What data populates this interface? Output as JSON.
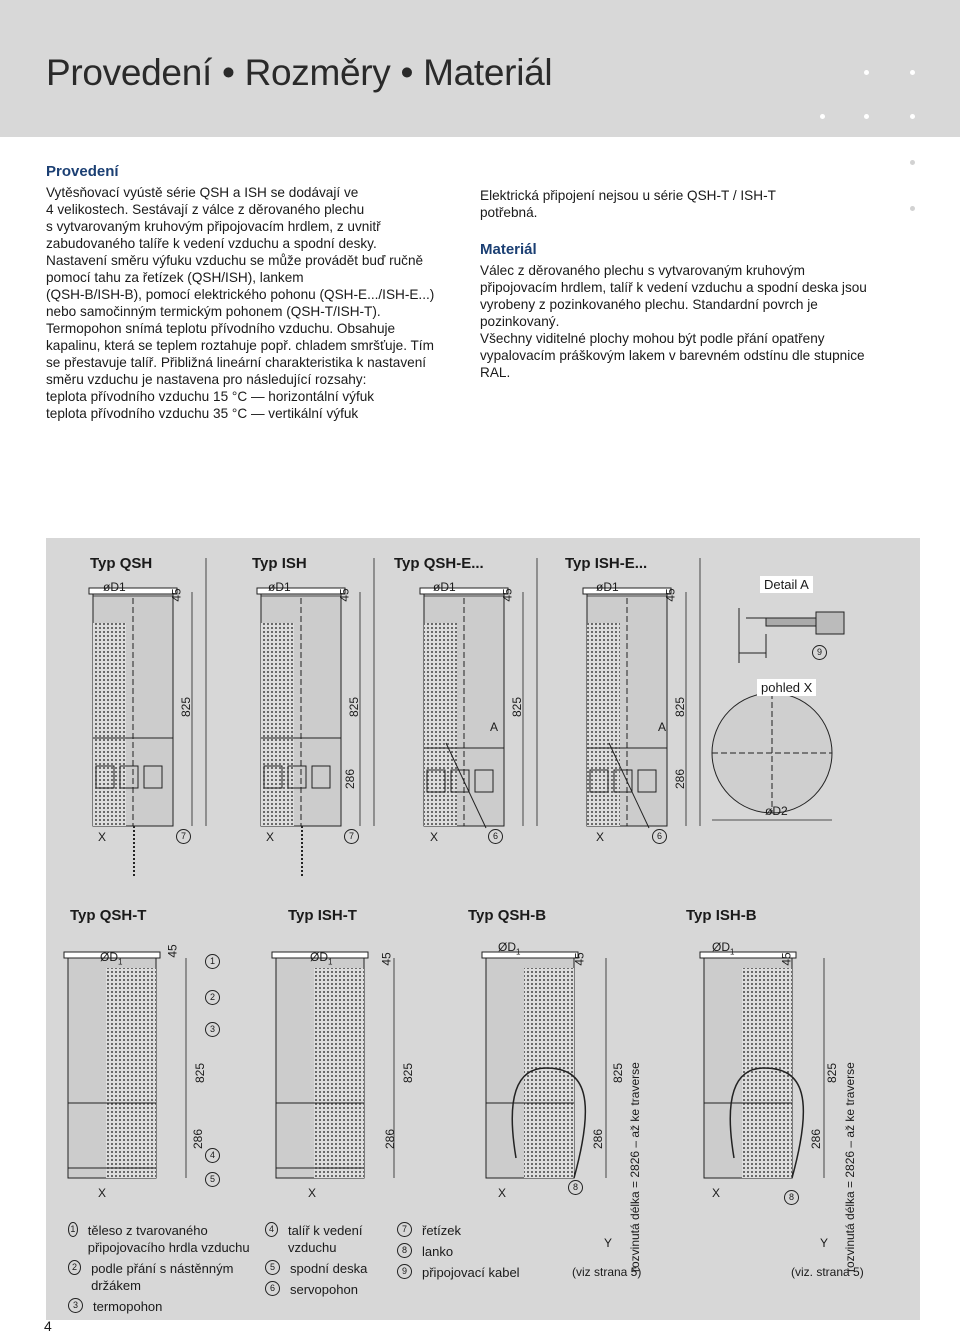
{
  "page": {
    "title": "Provedení • Rozměry • Materiál",
    "page_number": "4"
  },
  "left_column": {
    "heading": "Provedení",
    "lines": [
      "Vytěsňovací vyústě série QSH a ISH se dodávají ve",
      "4  velikostech. Sestávají z válce z děrovaného plechu",
      "s  vytvarovaným kruhovým připojovacím hrdlem, z uvnitř",
      "zabudovaného talíře k  vedení vzduchu a spodní desky.",
      "Nastavení směru výfuku vzduchu se může provádět buď ručně",
      "pomocí tahu za řetízek (QSH/ISH), lankem",
      "(QSH-B/ISH-B), pomocí elektrického pohonu (QSH-E.../ISH-E...)",
      "nebo samočinným termickým pohonem (QSH-T/ISH-T).",
      "Termopohon snímá teplotu přívodního vzduchu. Obsahuje",
      "kapalinu, která se teplem roztahuje popř. chladem smršťuje. Tím",
      "se přestavuje talíř. Přibližná lineární charakteristika k nastavení",
      "směru vzduchu je nastavena pro následující rozsahy:",
      "teplota přívodního vzduchu 15 °C — horizontální výfuk",
      "teplota přívodního vzduchu 35 °C — vertikální výfuk"
    ]
  },
  "right_column": {
    "intro_lines": [
      "Elektrická připojení nejsou u série QSH-T / ISH-T",
      "potřebná."
    ],
    "heading": "Materiál",
    "lines": [
      "Válec z děrovaného plechu s vytvarovaným kruhovým",
      "připojovacím hrdlem, talíř k vedení vzduchu a spodní deska jsou",
      "vyrobeny z pozinkovaného plechu. Standardní povrch je",
      "pozinkovaný.",
      "Všechny viditelné plochy mohou být podle přání opatřeny",
      "vypalovacím práškovým lakem v barevném odstínu dle stupnice",
      "RAL."
    ]
  },
  "diagrams_top": {
    "types": [
      "Typ QSH",
      "Typ ISH",
      "Typ QSH-E...",
      "Typ ISH-E..."
    ],
    "dim_d1": "øD1",
    "dim_45": "45",
    "dim_825": "825",
    "dim_286": "286",
    "label_x": "X",
    "label_a": "A",
    "markers": [
      "7",
      "7",
      "6",
      "6"
    ],
    "detail_title": "Detail A",
    "detail_marker": "9",
    "view_title": "pohled X",
    "view_dim": "øD2"
  },
  "diagrams_bottom": {
    "types": [
      "Typ QSH-T",
      "Typ ISH-T",
      "Typ QSH-B",
      "Typ ISH-B"
    ],
    "dim_d1": "ØD",
    "dim_d1_sub": "1",
    "dim_45": "45",
    "dim_825": "825",
    "dim_286": "286",
    "label_x": "X",
    "label_y": "Y",
    "markers_left": [
      "1",
      "2",
      "3",
      "4",
      "5"
    ],
    "marker_8": "8",
    "traverse_label": "rozvinutá délka = 2826 – až ke traverse",
    "see_page": "(viz strana 5)",
    "see_page_alt": "(viz. strana 5)"
  },
  "legend": [
    {
      "num": "1",
      "text": "těleso z tvarovaného připojovacího hrdla vzduchu"
    },
    {
      "num": "2",
      "text": "podle přání s nástěnným držákem"
    },
    {
      "num": "3",
      "text": "termopohon"
    },
    {
      "num": "4",
      "text": "talíř k vedení vzduchu"
    },
    {
      "num": "5",
      "text": "spodní deska"
    },
    {
      "num": "6",
      "text": "servopohon"
    },
    {
      "num": "7",
      "text": "řetízek"
    },
    {
      "num": "8",
      "text": "lanko"
    },
    {
      "num": "9",
      "text": "připojovací kabel"
    }
  ]
}
